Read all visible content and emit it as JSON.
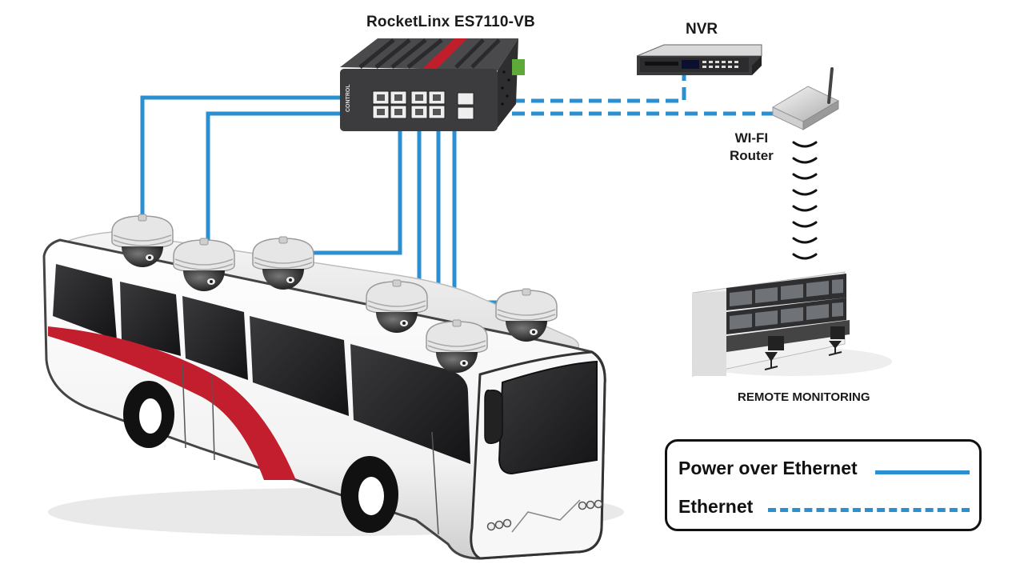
{
  "switch": {
    "title": "RocketLinx  ES7110-VB",
    "brand": "CONTROL"
  },
  "nvr": {
    "label": "NVR"
  },
  "router": {
    "label_line1": "WI-FI",
    "label_line2": "Router"
  },
  "monitoring": {
    "label": "REMOTE MONITORING"
  },
  "legend": {
    "poe_label": "Power over Ethernet",
    "ethernet_label": "Ethernet"
  },
  "colors": {
    "cable": "#2b8fd0",
    "bus_stripe": "#c21e2e",
    "switch_body": "#3c3c3e",
    "switch_stripe": "#c01e2a",
    "window": "#1c1c1e"
  }
}
